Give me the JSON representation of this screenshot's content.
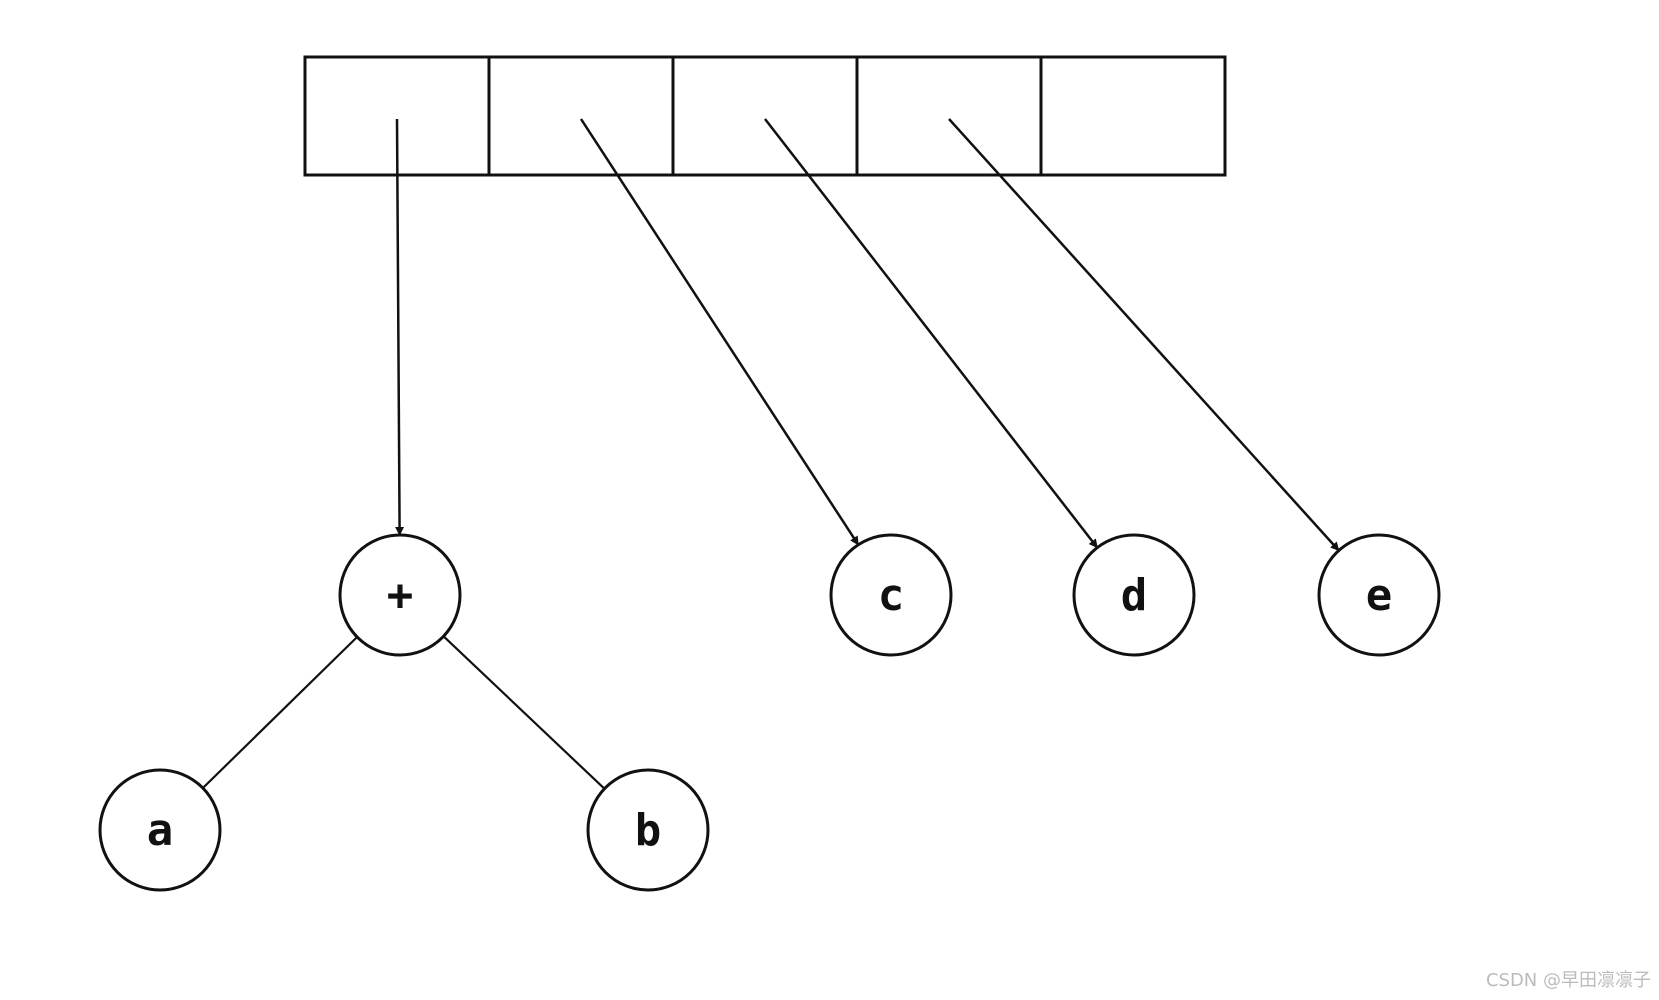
{
  "diagram": {
    "array_cell_count": 5,
    "pointers": [
      {
        "from_cell": 0,
        "to_node": "plus"
      },
      {
        "from_cell": 1,
        "to_node": "c"
      },
      {
        "from_cell": 2,
        "to_node": "d"
      },
      {
        "from_cell": 3,
        "to_node": "e"
      }
    ],
    "nodes": [
      {
        "id": "plus",
        "label": "+"
      },
      {
        "id": "c",
        "label": "c"
      },
      {
        "id": "d",
        "label": "d"
      },
      {
        "id": "e",
        "label": "e"
      },
      {
        "id": "a",
        "label": "a"
      },
      {
        "id": "b",
        "label": "b"
      }
    ],
    "edges": [
      {
        "from": "plus",
        "to": "a"
      },
      {
        "from": "plus",
        "to": "b"
      }
    ]
  },
  "watermark": "CSDN @早田凛凛子"
}
